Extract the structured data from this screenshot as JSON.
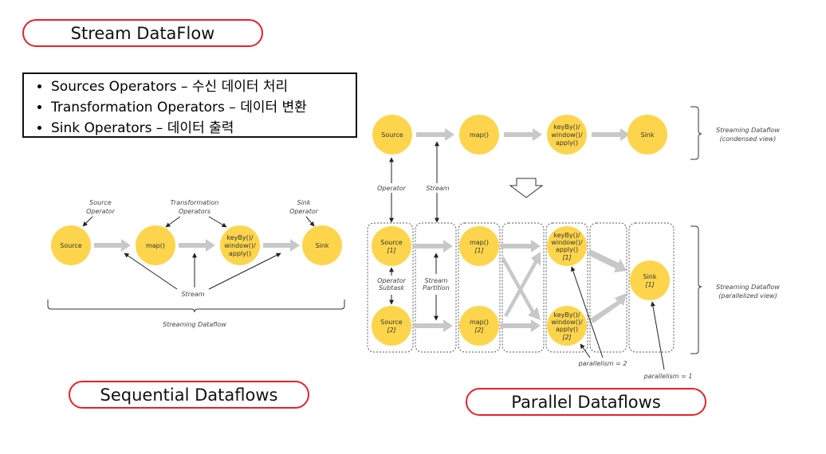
{
  "header": {
    "title": "Stream DataFlow"
  },
  "operators_box": {
    "items": [
      "Sources Operators – 수신 데이터 처리",
      "Transformation Operators – 데이터 변환",
      "Sink Operators – 데이터 출력"
    ]
  },
  "sequential": {
    "caption": "Sequential Dataflows",
    "nodes": {
      "source": "Source",
      "map": "map()",
      "keyby": [
        "keyBy()/",
        "window()/",
        "apply()"
      ],
      "sink": "Sink"
    },
    "labels": {
      "source_operator": [
        "Source",
        "Operator"
      ],
      "transformation_operators": [
        "Transformation",
        "Operators"
      ],
      "sink_operator": [
        "Sink",
        "Operator"
      ],
      "stream": "Stream",
      "streaming_dataflow": "Streaming Dataflow"
    }
  },
  "parallel": {
    "caption": "Parallel Dataflows",
    "condensed": {
      "nodes": {
        "source": "Source",
        "map": "map()",
        "keyby": [
          "keyBy()/",
          "window()/",
          "apply()"
        ],
        "sink": "Sink"
      },
      "side_label": [
        "Streaming Dataflow",
        "(condensed view)"
      ],
      "operator_label": "Operator",
      "stream_label": "Stream"
    },
    "parallelized": {
      "source1": [
        "Source",
        "[1]"
      ],
      "source2": [
        "Source",
        "[2]"
      ],
      "map1": [
        "map()",
        "[1]"
      ],
      "map2": [
        "map()",
        "[2]"
      ],
      "keyby1": [
        "keyBy()/",
        "window()/",
        "apply()",
        "[1]"
      ],
      "keyby2": [
        "keyBy()/",
        "window()/",
        "apply()",
        "[2]"
      ],
      "sink1": [
        "Sink",
        "[1]"
      ],
      "operator_subtask": [
        "Operator",
        "Subtask"
      ],
      "stream_partition": [
        "Stream",
        "Partition"
      ],
      "side_label": [
        "Streaming Dataflow",
        "(parallelized view)"
      ],
      "parallelism2": "parallelism = 2",
      "parallelism1": "parallelism = 1"
    }
  },
  "colors": {
    "node": "#fdd54c",
    "arrow": "#c8c8c8",
    "pill_border": "#e8202a"
  }
}
